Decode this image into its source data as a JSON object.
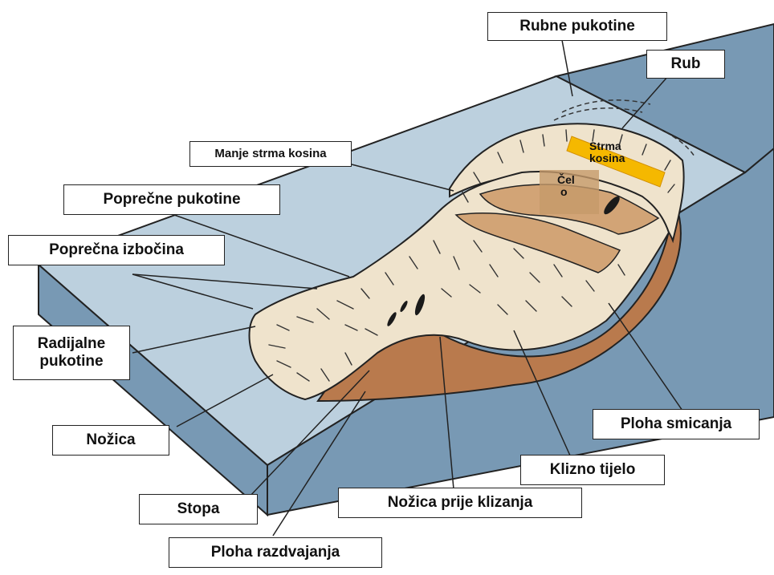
{
  "labels": {
    "rubne_pukotine": "Rubne pukotine",
    "rub": "Rub",
    "manje_strma_kosina": "Manje strma kosina",
    "poprecne_pukotine": "Poprečne pukotine",
    "poprecna_izbocina": "Poprečna izbočina",
    "radijalne_pukotine_1": "Radijalne",
    "radijalne_pukotine_2": "pukotine",
    "nozica": "Nožica",
    "stopa": "Stopa",
    "ploha_razdvajanja": "Ploha razdvajanja",
    "nozica_prije_klizanja": "Nožica prije klizanja",
    "klizno_tijelo": "Klizno tijelo",
    "ploha_smicanja": "Ploha smicanja",
    "strma_kosina_1": "Strma",
    "strma_kosina_2": "kosina",
    "celo_1": "Čel",
    "celo_2": "o"
  },
  "colors": {
    "ground_top": "#bcd0de",
    "ground_side": "#7899b4",
    "slide_body": "#efe3cc",
    "scarp_brown": "#d2a476",
    "base_brown": "#b97a4d",
    "highlight": "#f5b800"
  }
}
